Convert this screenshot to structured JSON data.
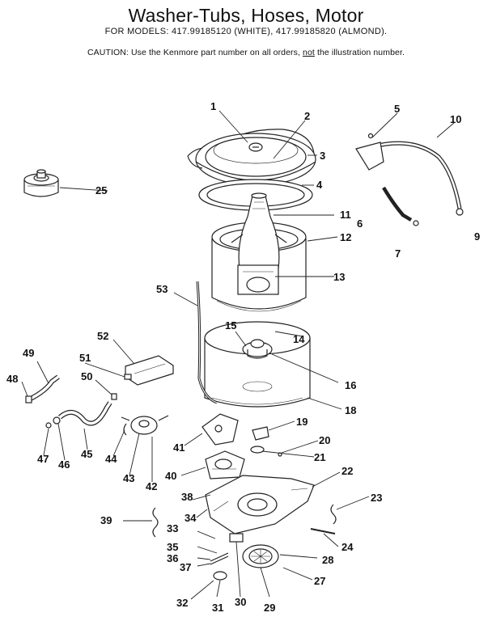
{
  "title": "Washer-Tubs, Hoses, Motor",
  "models_line": "FOR MODELS:  417.99185120 (WHITE), 417.99185820 (ALMOND).",
  "caution": {
    "prefix": "CAUTION:  Use the Kenmore part number on all orders, ",
    "emphasis": "not",
    "suffix": " the illustration number."
  },
  "callouts": {
    "c1": "1",
    "c2": "2",
    "c3": "3",
    "c4": "4",
    "c5": "5",
    "c6": "6",
    "c7": "7",
    "c9": "9",
    "c10": "10",
    "c11": "11",
    "c12": "12",
    "c13": "13",
    "c14": "14",
    "c15": "15",
    "c16": "16",
    "c18": "18",
    "c19": "19",
    "c20": "20",
    "c21": "21",
    "c22": "22",
    "c23": "23",
    "c24": "24",
    "c25": "25",
    "c27": "27",
    "c28": "28",
    "c29": "29",
    "c30": "30",
    "c31": "31",
    "c32": "32",
    "c33": "33",
    "c34": "34",
    "c35": "35",
    "c36": "36",
    "c37": "37",
    "c38": "38",
    "c39": "39",
    "c40": "40",
    "c41": "41",
    "c42": "42",
    "c43": "43",
    "c44": "44",
    "c45": "45",
    "c46": "46",
    "c47": "47",
    "c48": "48",
    "c49": "49",
    "c50": "50",
    "c51": "51",
    "c52": "52",
    "c53": "53"
  }
}
